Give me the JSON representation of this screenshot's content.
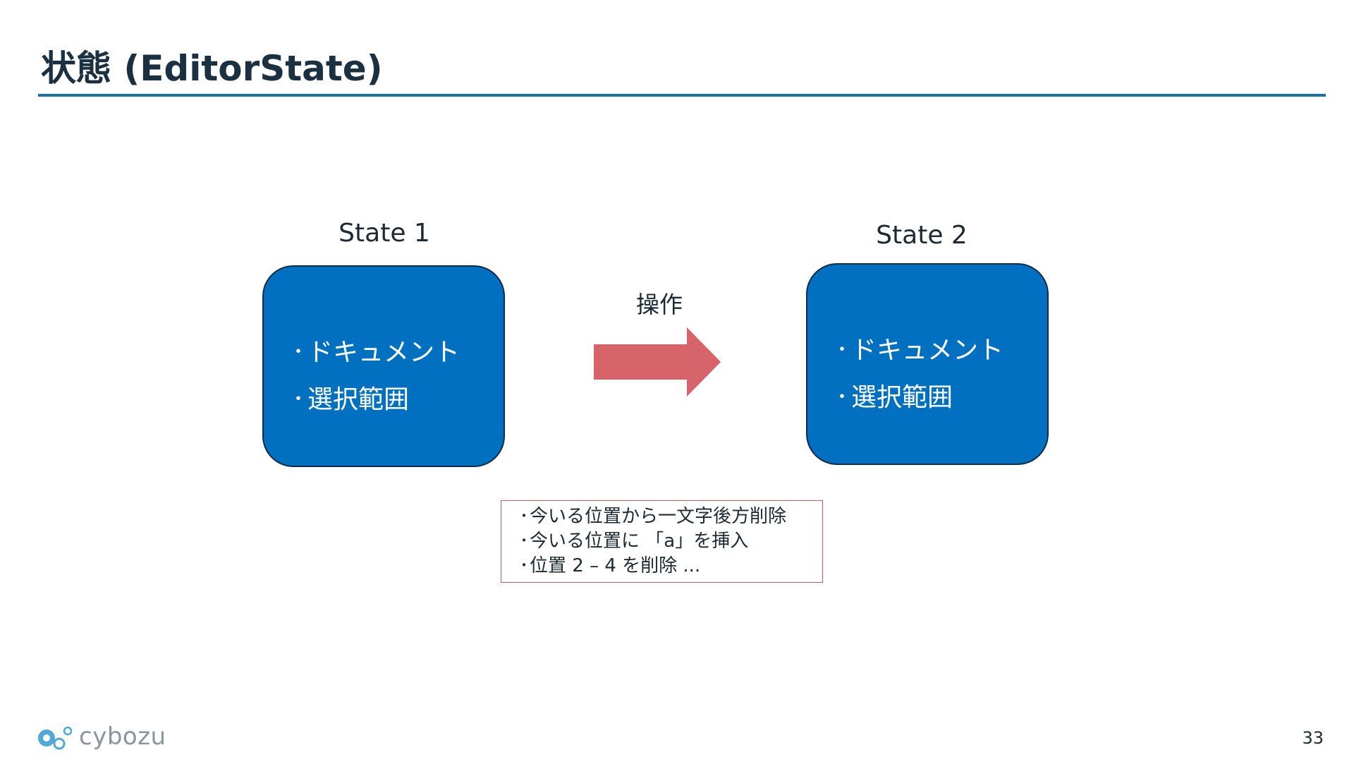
{
  "slide": {
    "title": "状態 (EditorState)",
    "page_number": "33"
  },
  "state1": {
    "label": "State 1",
    "items": [
      "ドキュメント",
      "選択範囲"
    ]
  },
  "state2": {
    "label": "State 2",
    "items": [
      "ドキュメント",
      "選択範囲"
    ]
  },
  "operation": {
    "label": "操作",
    "examples": [
      "今いる位置から一文字後方削除",
      "今いる位置に 「a」を挿入",
      "位置 2 – 4 を削除 ..."
    ]
  },
  "bullet_char": "・",
  "logo": {
    "text": "cybozu",
    "icon": "cybozu-logo-icon"
  },
  "colors": {
    "state_box_fill": "#0170c1",
    "state_box_border": "#0e2b4a",
    "arrow_fill": "#d7646a",
    "note_border": "#d45b5f",
    "title_rule": "#1b6fad",
    "logo_accent": "#4fa8d8"
  }
}
